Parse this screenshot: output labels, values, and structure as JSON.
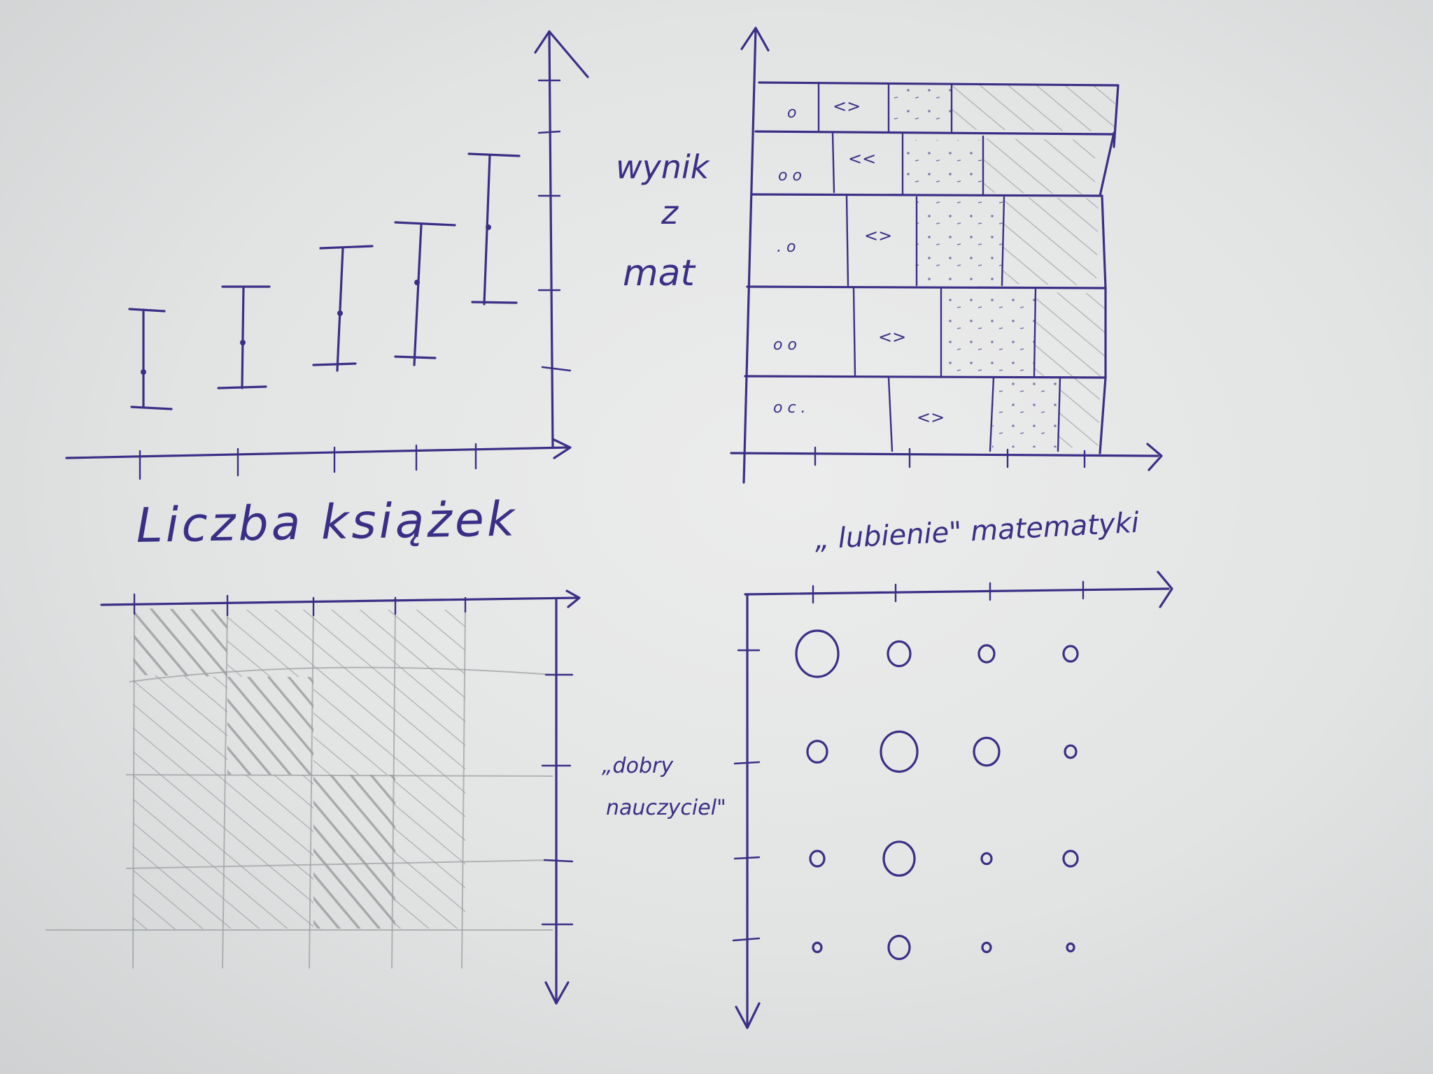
{
  "sketches": {
    "error_bars": {
      "x_label": "Liczba książek"
    },
    "mosaic": {
      "y_label_lines": [
        "wynik",
        "z",
        "mat"
      ],
      "x_label": "„ lubienie\" matematyki"
    },
    "heatmap": {
      "y_label_lines": [
        "„dobry",
        "nauczyciel\""
      ]
    },
    "bubbles": {
      "sizes": [
        [
          30,
          16,
          11,
          10
        ],
        [
          14,
          26,
          18,
          8
        ],
        [
          10,
          22,
          7,
          10
        ],
        [
          6,
          15,
          6,
          5
        ]
      ]
    }
  },
  "colors": {
    "ink": "#3a2f86",
    "pencil": "#8e9094",
    "paper": "#e6e7e7"
  }
}
